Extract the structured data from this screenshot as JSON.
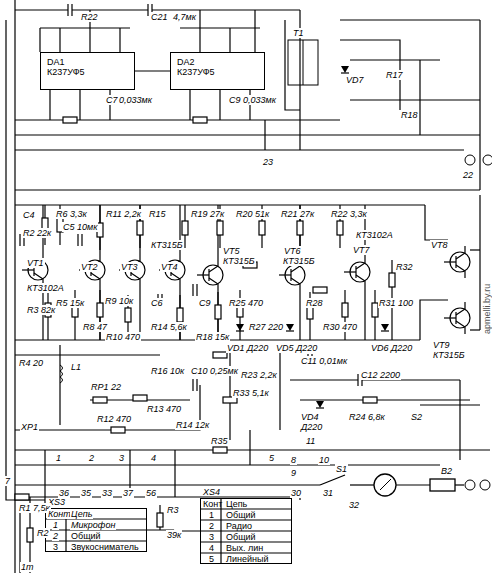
{
  "diagram": {
    "nodes": [
      {
        "text": [
          "DA1",
          "К237УФ5"
        ]
      },
      {
        "text": [
          "DA2",
          "К237УФ5"
        ]
      },
      {
        "text": [
          "XS3"
        ]
      },
      {
        "text": [
          "XS4"
        ]
      }
    ],
    "edges": [
      {
        "from": 0,
        "to": 1,
        "arrow": "none"
      },
      {
        "from": 2,
        "to": 3,
        "arrow": "none"
      }
    ],
    "labels": [
      "R22",
      "C21",
      "4,7мк",
      "C7",
      "0,033мк",
      "C9",
      "0,033мк",
      "T1",
      "R18",
      "VD7",
      "R17",
      "23",
      "22",
      "C4",
      "R6 3,3к",
      "R11 2,2к",
      "R15",
      "R19 27к",
      "R20 51к",
      "R21 27к",
      "R22 3,3к",
      "R2 22к",
      "C5 10мк",
      "VT1",
      "VT2",
      "VT3",
      "VT4",
      "VT5",
      "VT6",
      "VT7",
      "VT8",
      "VT9",
      "КТ3102А",
      "КТ315Б",
      "КТ315Б",
      "КТ315Б",
      "КТ3102А",
      "КТ315Б",
      "R3 82к",
      "R5 15к",
      "R8 47",
      "R9 10к",
      "R10 470",
      "C6",
      "R14 5,6к",
      "C9",
      "R18 15к",
      "R25 470",
      "R27 220",
      "R28",
      "R30 470",
      "R31 100",
      "R32",
      "VD1 Д220",
      "VD5 Д220",
      "VD6 Д220",
      "C11 0,01мк",
      "C12 2200",
      "R4 20",
      "L1",
      "RP1 22",
      "R16 10к",
      "C10 0,25мк",
      "R12 470",
      "R13 470",
      "R14 12к",
      "XP1",
      "R23 2,2к",
      "R33 5,1к",
      "R35",
      "VD4",
      "Д220",
      "R24 6,8к",
      "S2",
      "1",
      "2",
      "3",
      "4",
      "5",
      "7",
      "36",
      "35",
      "33",
      "37",
      "56",
      "8",
      "9",
      "10",
      "11",
      "30",
      "31",
      "32",
      "S1",
      "B2",
      "R1 7,5к",
      "R2",
      "1т",
      "R3",
      "39к",
      "Конт",
      "Цепь",
      "1",
      "Микрофон",
      "2",
      "Общий",
      "3",
      "Звукосниматель",
      "Конт",
      "Цепь",
      "1",
      "Общий",
      "2",
      "Радио",
      "3",
      "Общий",
      "4",
      "Вых. лин",
      "5",
      "Линейный",
      "apmelli.by.ru"
    ]
  }
}
